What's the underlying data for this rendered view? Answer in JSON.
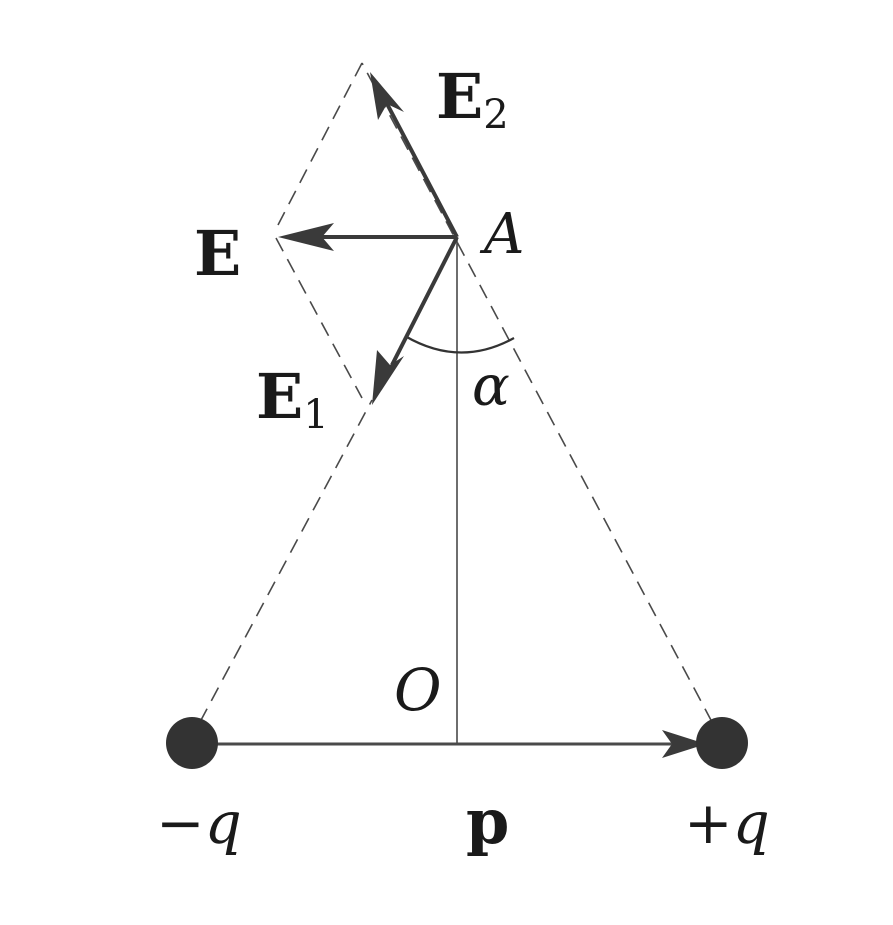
{
  "labels": {
    "e2_main": "E",
    "e2_sub": "2",
    "e_main": "E",
    "e1_main": "E",
    "e1_sub": "1",
    "point_a": "A",
    "angle": "α",
    "origin": "O",
    "neg_charge": "−q",
    "pos_charge": "+q",
    "dipole_moment": "p"
  },
  "colors": {
    "line": "#4a4a4a",
    "vector": "#3a3a3a",
    "charge": "#333333",
    "text": "#1a1a1a"
  }
}
